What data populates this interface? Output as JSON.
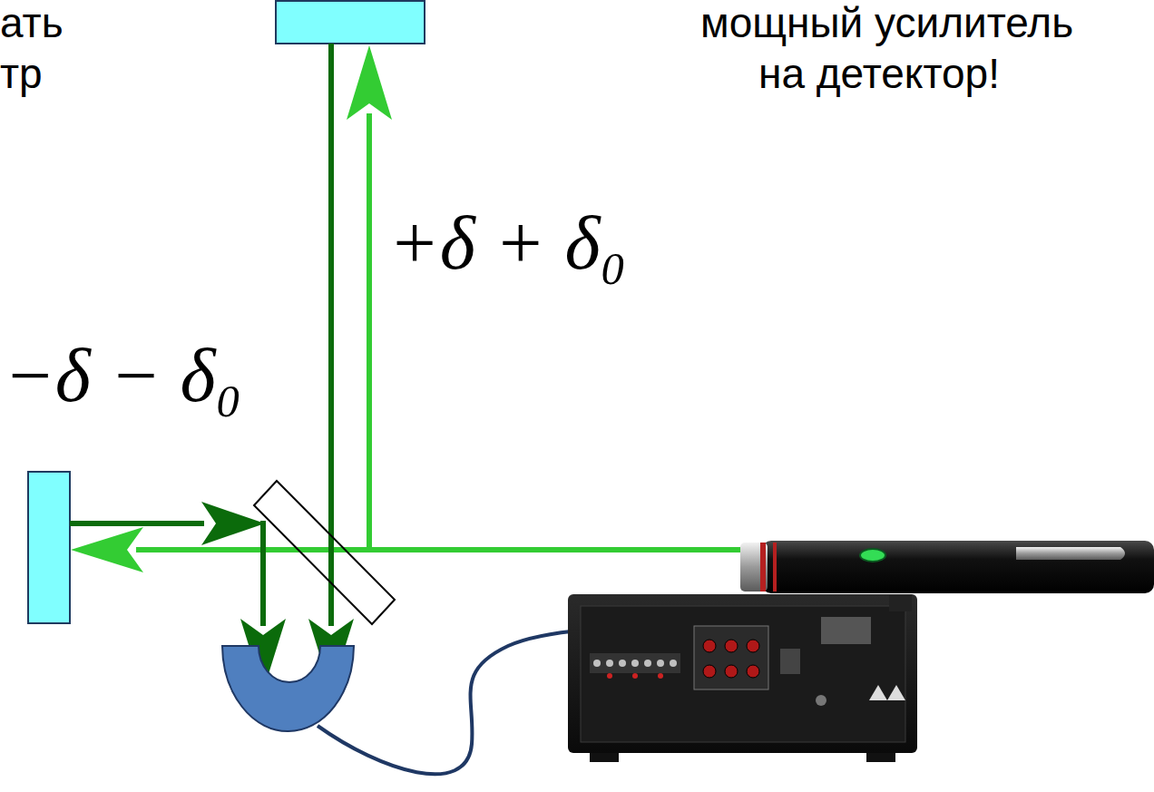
{
  "diagram": {
    "labels": [
      "ать",
      "тр",
      "мощный усилитель",
      "на детектор!",
      "+δ + δ₀",
      "−δ − δ₀"
    ]
  }
}
